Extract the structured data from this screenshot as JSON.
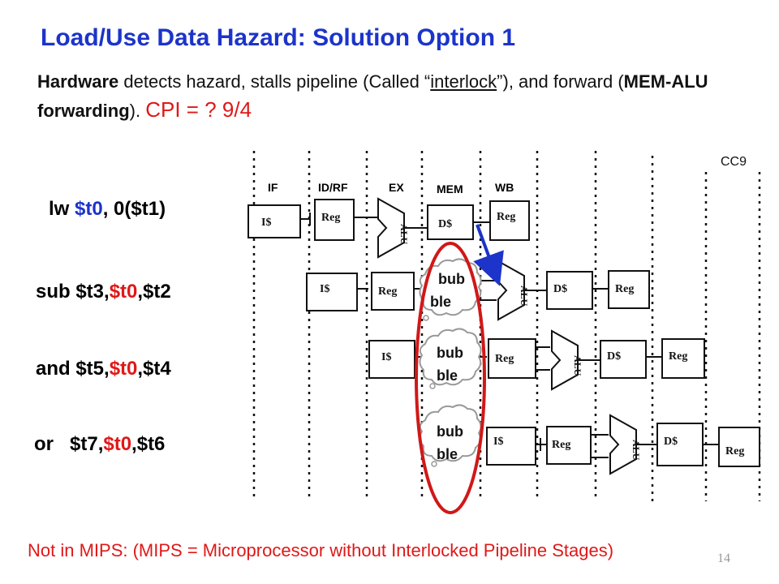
{
  "title": "Load/Use Data Hazard: Solution Option 1",
  "subtitle": {
    "hardware": "Hardware",
    "part1": " detects hazard, stalls pipeline  (Called “",
    "interlock": "interlock",
    "part2": "”),  and forward (",
    "mem_alu": "MEM-ALU forwarding",
    "part3": "). ",
    "cpi": "CPI = ? 9/4"
  },
  "cycle_label": "CC9",
  "stage_labels": {
    "if": "IF",
    "id": "ID/RF",
    "ex": "EX",
    "mem": "MEM",
    "wb": "WB"
  },
  "instructions": [
    {
      "op": "lw ",
      "dest": "$t0",
      "rest": ", 0($t1)"
    },
    {
      "op": "sub $t3,",
      "src": "$t0",
      "rest": ",$t2"
    },
    {
      "op": "and $t5,",
      "src": "$t0",
      "rest": ",$t4"
    },
    {
      "op": "or   $t7,",
      "src": "$t0",
      "rest": ",$t6"
    }
  ],
  "pipeline_labels": {
    "icache": "I$",
    "reg": "Reg",
    "dcache": "D$",
    "alu": "ALU"
  },
  "bubble": {
    "line1": "bub",
    "line2": "ble"
  },
  "footer": "Not in MIPS: (MIPS = Microprocessor without Interlocked Pipeline Stages)",
  "slide_number": "14",
  "colors": {
    "title_blue": "#1c34c9",
    "accent_red": "#e01818",
    "ellipse_red": "#d01818",
    "arrow_blue": "#1c34c9"
  }
}
